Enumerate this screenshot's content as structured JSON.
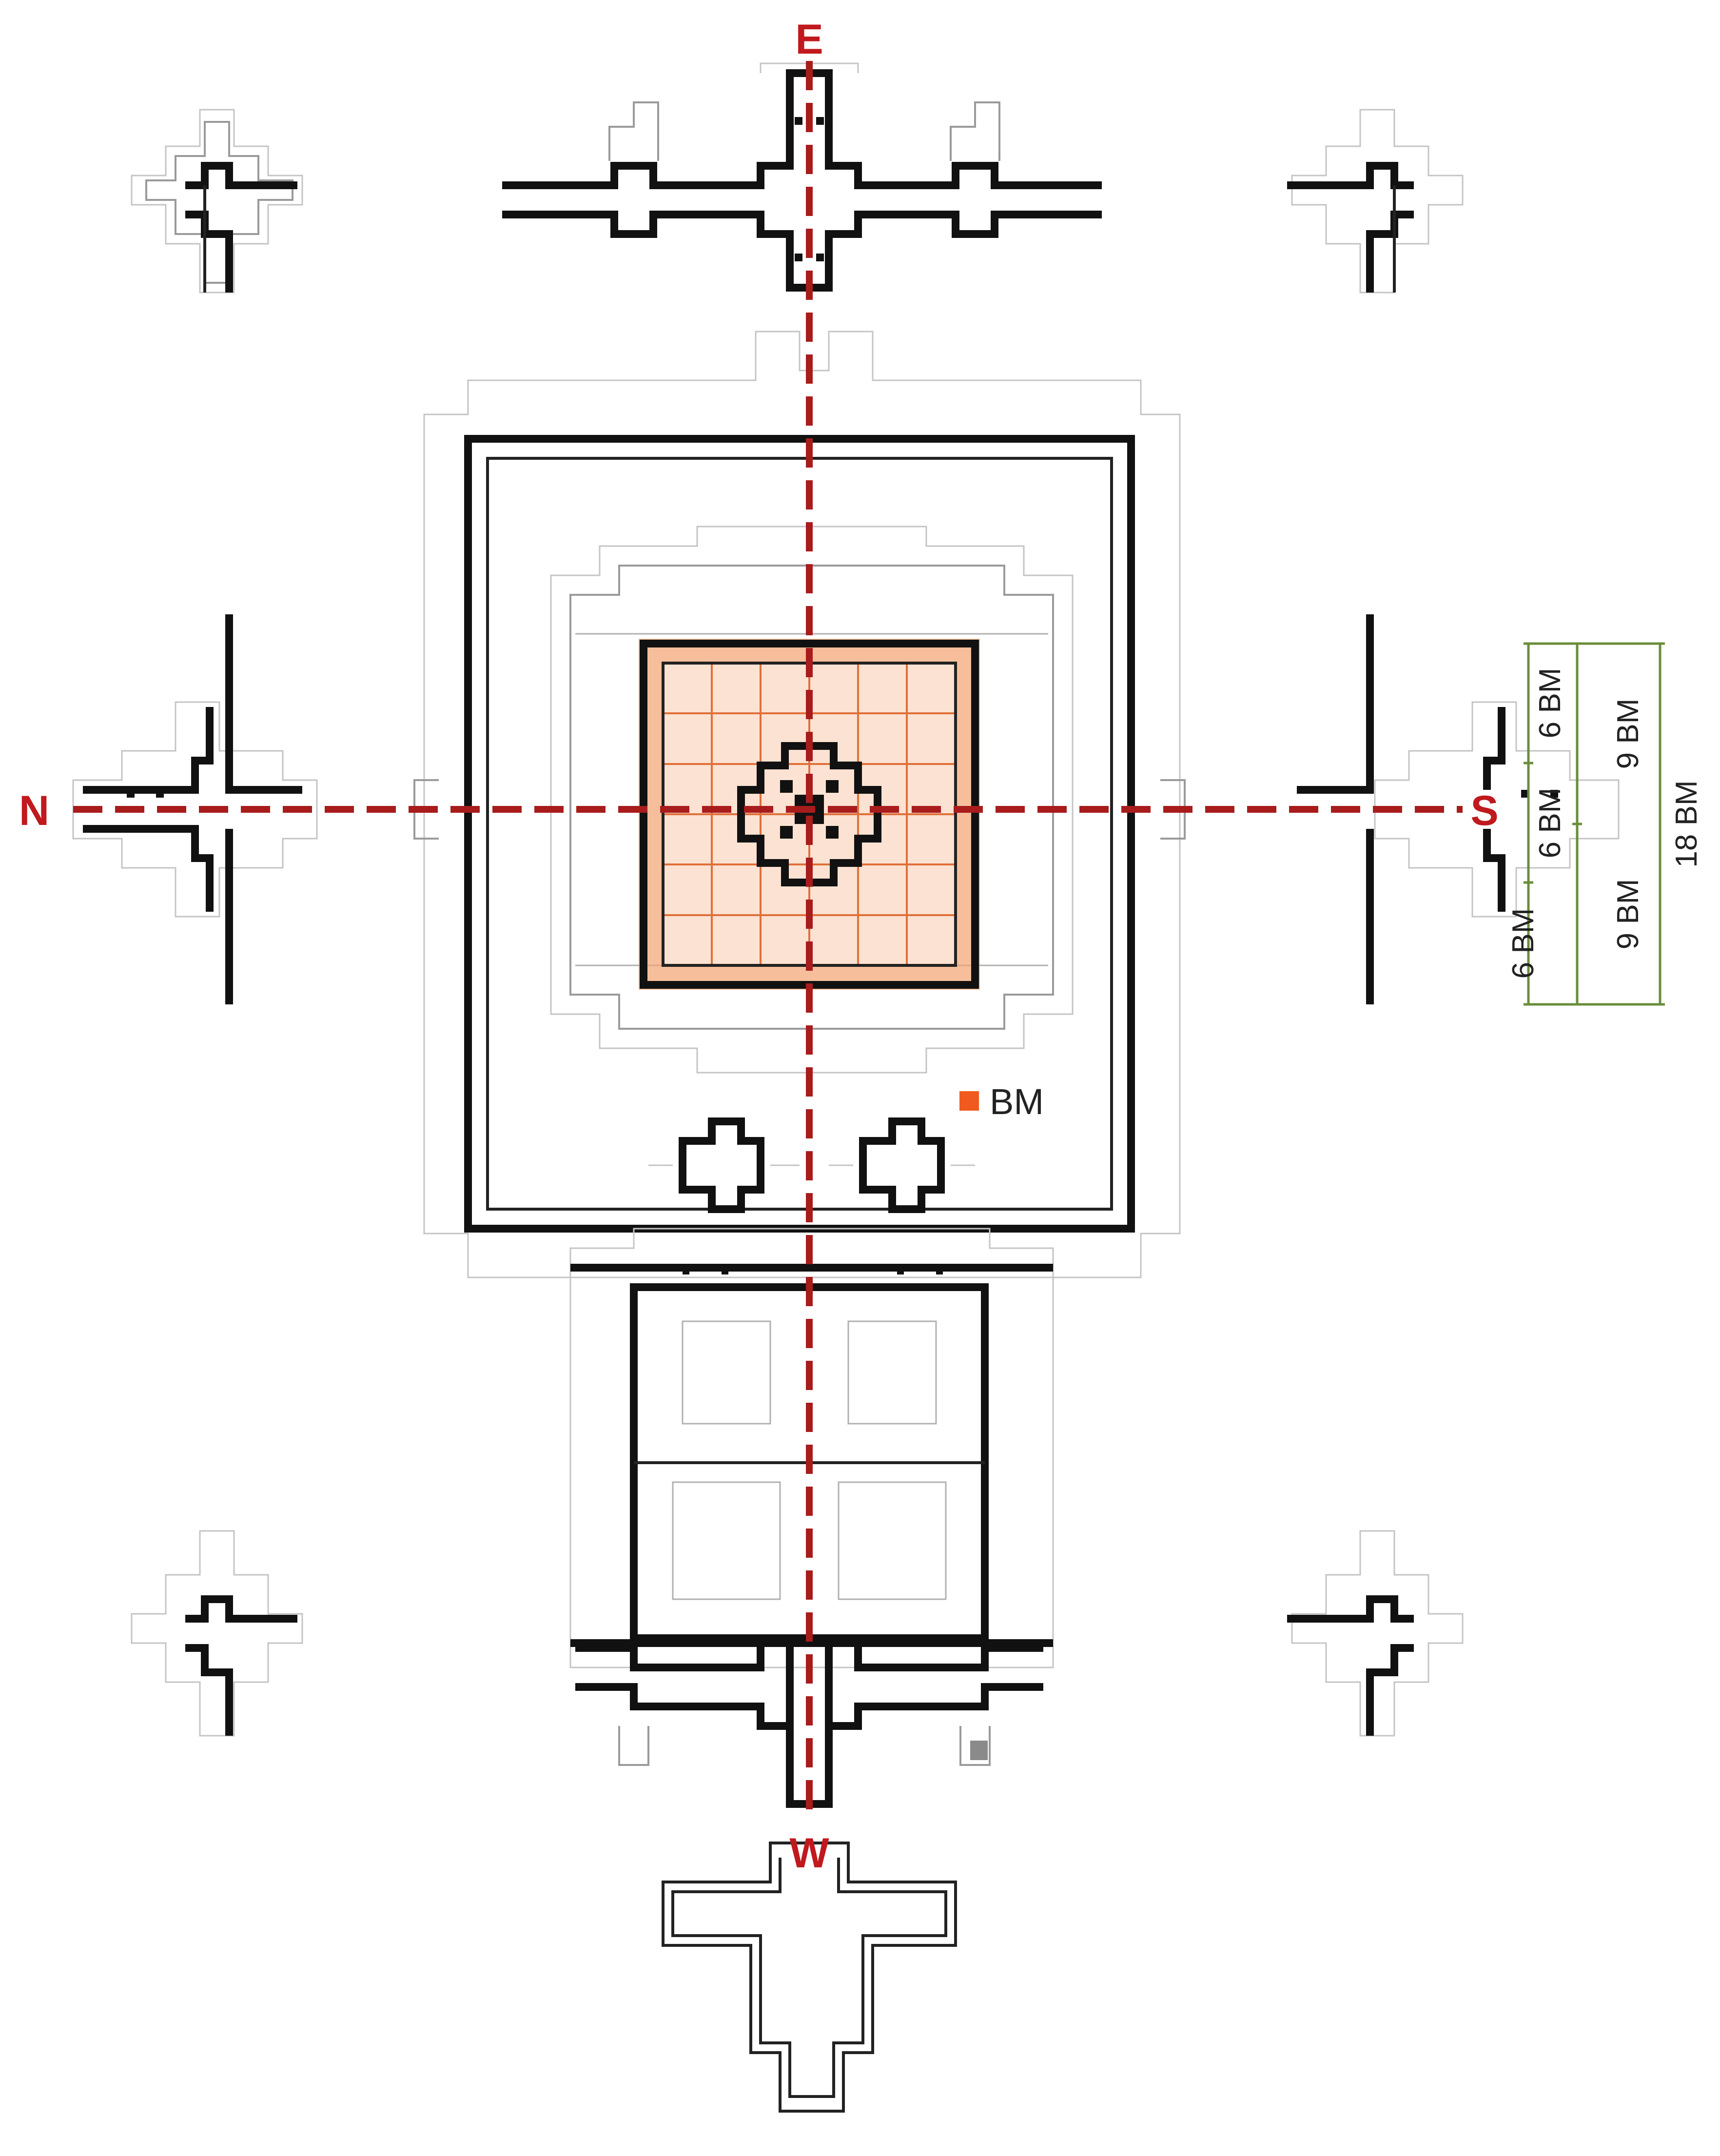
{
  "compass": {
    "east": "E",
    "west": "W",
    "north": "N",
    "south": "S"
  },
  "legend": {
    "swatch_color": "#f05a1e",
    "label": "BM"
  },
  "scale": {
    "col_a": [
      "6 BM",
      "6 BM",
      "6 BM"
    ],
    "col_b": [
      "9 BM",
      "9 BM"
    ],
    "col_c": "18 BM",
    "line_color": "#6a8d3a"
  },
  "colors": {
    "axis": "#a81c1c",
    "compass_text": "#c0191e",
    "highlight_fill": "#f2a271",
    "highlight_grid": "#e0703a"
  }
}
